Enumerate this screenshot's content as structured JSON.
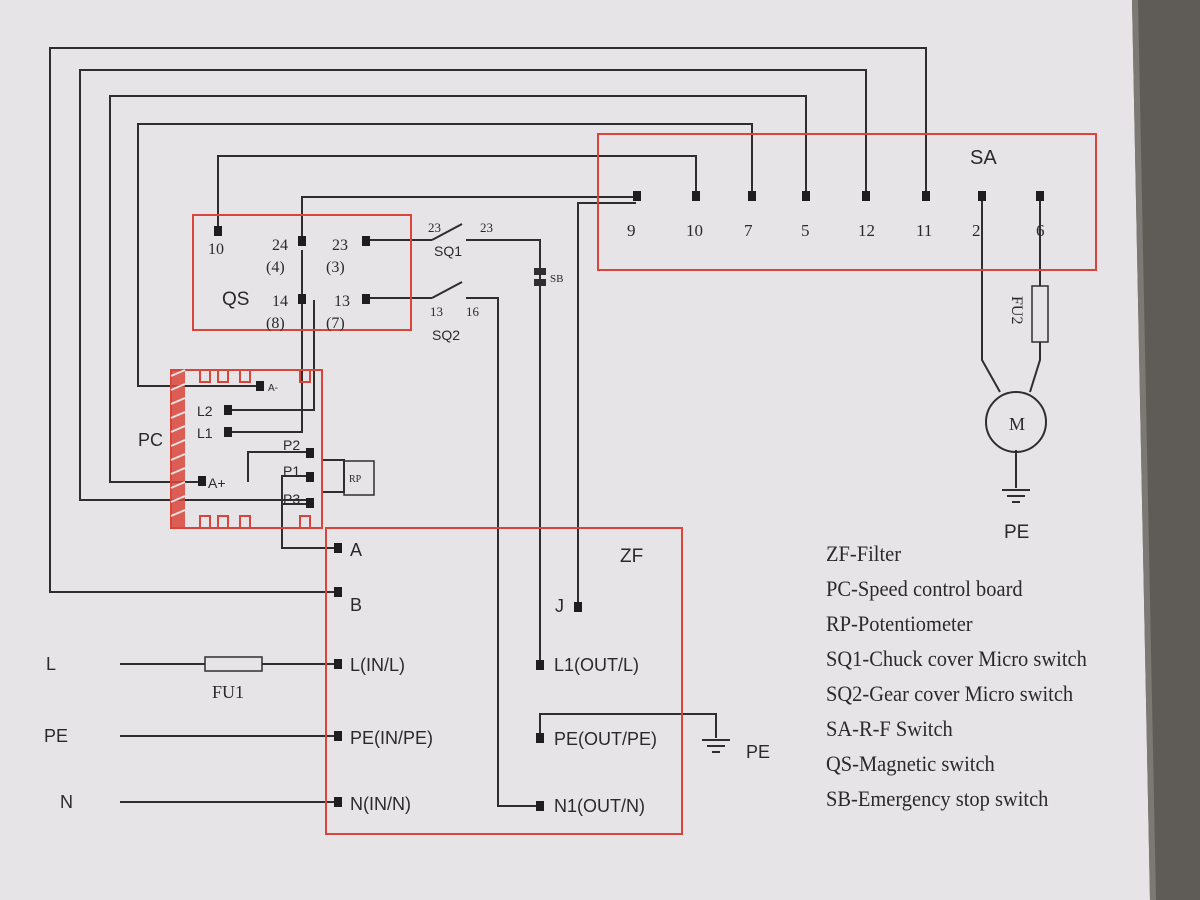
{
  "colors": {
    "paper": "#e6e4e6",
    "wire": "#2e2e2e",
    "box": "#d9453a",
    "background": "#5f5c58"
  },
  "qs": {
    "title": "QS",
    "t10": "10",
    "t24": "24",
    "t24b": "(4)",
    "t23": "23",
    "t23b": "(3)",
    "t14": "14",
    "t14b": "(8)",
    "t13": "13",
    "t13b": "(7)"
  },
  "sq1": {
    "name": "SQ1",
    "left": "23",
    "right": "23"
  },
  "sq2": {
    "name": "SQ2",
    "left": "13",
    "right": "16"
  },
  "sb": {
    "name": "SB"
  },
  "sa": {
    "title": "SA",
    "terminals": [
      "9",
      "10",
      "7",
      "5",
      "12",
      "11",
      "2",
      "6"
    ]
  },
  "fu2": {
    "name": "FU2"
  },
  "motor": {
    "name": "M",
    "ground": "PE"
  },
  "pc": {
    "title": "PC",
    "a_minus": "A-",
    "l2": "L2",
    "l1": "L1",
    "p2": "P2",
    "p1": "P1",
    "p3": "P3",
    "a_plus": "A+"
  },
  "rp": {
    "name": "RP"
  },
  "zf": {
    "title": "ZF",
    "a": "A",
    "b": "B",
    "j": "J",
    "l_in": "L(IN/L)",
    "l1_out": "L1(OUT/L)",
    "pe_in": "PE(IN/PE)",
    "pe_out": "PE(OUT/PE)",
    "n_in": "N(IN/N)",
    "n1_out": "N1(OUT/N)"
  },
  "supply": {
    "l": "L",
    "pe": "PE",
    "n": "N",
    "fu1": "FU1",
    "pe_out_ground": "PE"
  },
  "legend": [
    "ZF-Filter",
    "PC-Speed control board",
    "RP-Potentiometer",
    "SQ1-Chuck cover Micro switch",
    "SQ2-Gear cover Micro switch",
    "SA-R-F Switch",
    "QS-Magnetic switch",
    "SB-Emergency stop switch"
  ]
}
